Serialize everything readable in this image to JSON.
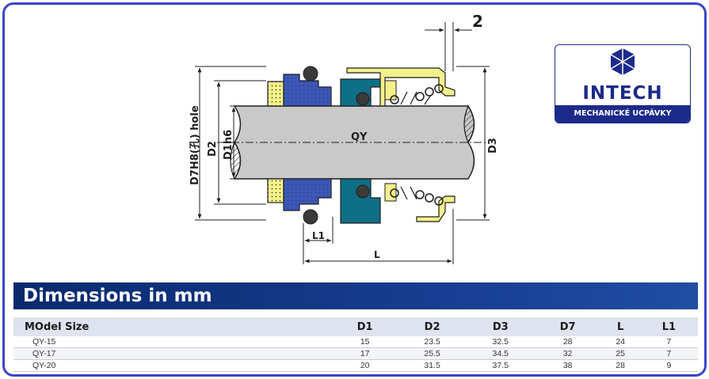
{
  "drawing": {
    "labels": {
      "d7": "D7H8(孔) hole",
      "d2": "D2",
      "d1": "D1h6",
      "qy": "QY",
      "d3": "D3",
      "l1": "L1",
      "l": "L",
      "two": "2"
    },
    "colors": {
      "outline": "#1e1e1e",
      "shaft": "#c9c9c9",
      "blue_part": "#3b57b8",
      "yellow_part": "#f4f08a",
      "oring": "#3a3a3a",
      "teal_part": "#0f6f86"
    }
  },
  "logo": {
    "word": "INTECH",
    "tagline": "MECHANICKÉ UCPÁVKY",
    "color": "#1c2a8a",
    "icon": "cube-logo-icon"
  },
  "banner": {
    "title": "Dimensions in mm",
    "color": "#0a2a6e"
  },
  "table": {
    "headers": [
      "MOdel Size",
      "D1",
      "D2",
      "D3",
      "D7",
      "L",
      "L1"
    ],
    "rows": [
      [
        "QY-15",
        "15",
        "23.5",
        "32.5",
        "28",
        "24",
        "7"
      ],
      [
        "QY-17",
        "17",
        "25.5",
        "34.5",
        "32",
        "25",
        "7"
      ],
      [
        "QY-20",
        "20",
        "31.5",
        "37.5",
        "38",
        "28",
        "9"
      ]
    ]
  }
}
